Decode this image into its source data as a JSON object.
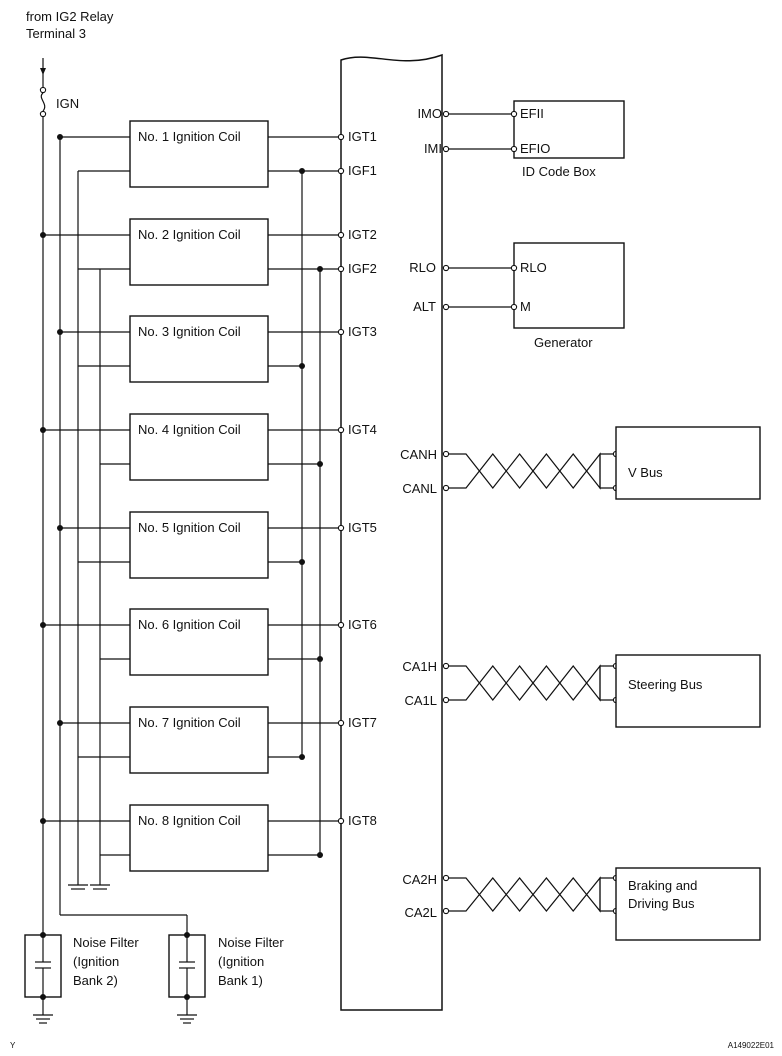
{
  "source": {
    "line1": "from IG2 Relay",
    "line2": "Terminal 3"
  },
  "fuse_label": "IGN",
  "coils": [
    {
      "name": "No. 1 Ignition Coil",
      "igt": "IGT1",
      "igf": "IGF1"
    },
    {
      "name": "No. 2 Ignition Coil",
      "igt": "IGT2",
      "igf": "IGF2"
    },
    {
      "name": "No. 3 Ignition Coil",
      "igt": "IGT3"
    },
    {
      "name": "No. 4 Ignition Coil",
      "igt": "IGT4"
    },
    {
      "name": "No. 5 Ignition Coil",
      "igt": "IGT5"
    },
    {
      "name": "No. 6 Ignition Coil",
      "igt": "IGT6"
    },
    {
      "name": "No. 7 Ignition Coil",
      "igt": "IGT7"
    },
    {
      "name": "No. 8 Ignition Coil",
      "igt": "IGT8"
    }
  ],
  "noise_filters": [
    {
      "line1": "Noise Filter",
      "line2": "(Ignition",
      "line3": "Bank 2)"
    },
    {
      "line1": "Noise Filter",
      "line2": "(Ignition",
      "line3": "Bank 1)"
    }
  ],
  "id_code_box": {
    "ecu_pins": [
      "IMO",
      "IMI"
    ],
    "box_pins": [
      "EFII",
      "EFIO"
    ],
    "label": "ID Code Box"
  },
  "generator": {
    "ecu_pins": [
      "RLO",
      "ALT"
    ],
    "box_pins": [
      "RLO",
      "M"
    ],
    "label": "Generator"
  },
  "buses": [
    {
      "high": "CANH",
      "low": "CANL",
      "label": "V Bus"
    },
    {
      "high": "CA1H",
      "low": "CA1L",
      "label": "Steering Bus"
    },
    {
      "high": "CA2H",
      "low": "CA2L",
      "label_line1": "Braking and",
      "label_line2": "Driving Bus"
    }
  ],
  "footer": {
    "left": "Y",
    "right": "A149022E01"
  }
}
